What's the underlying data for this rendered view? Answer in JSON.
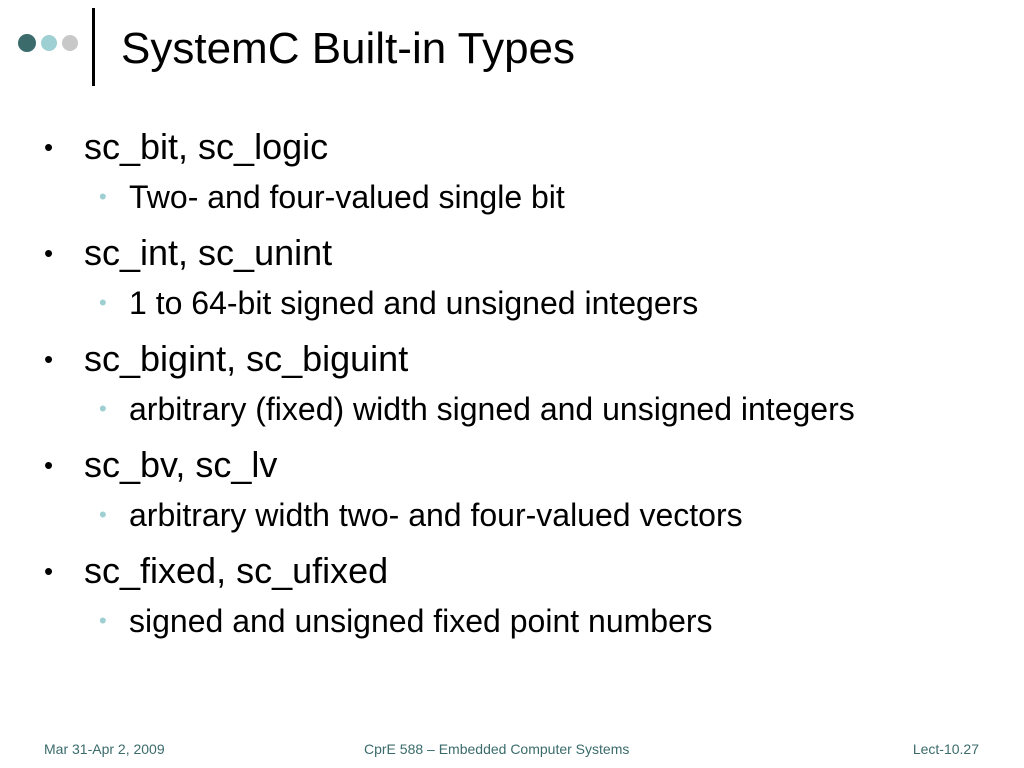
{
  "colors": {
    "dot_dark": "#3b6b6b",
    "dot_mid": "#9ecfd2",
    "dot_light": "#c8c8c8",
    "sub_bullet": "#9ecfd2",
    "footer_text": "#3b6b6b"
  },
  "slide": {
    "title": "SystemC Built-in Types",
    "bullets": [
      {
        "text": "sc_bit, sc_logic",
        "sub": [
          "Two- and four-valued single bit"
        ]
      },
      {
        "text": "sc_int, sc_unint",
        "sub": [
          "1 to 64-bit signed and unsigned integers"
        ]
      },
      {
        "text": "sc_bigint, sc_biguint",
        "sub": [
          "arbitrary (fixed) width signed and unsigned integers"
        ]
      },
      {
        "text": "sc_bv, sc_lv",
        "sub": [
          "arbitrary width two- and four-valued vectors"
        ]
      },
      {
        "text": "sc_fixed, sc_ufixed",
        "sub": [
          "signed and unsigned fixed point numbers"
        ]
      }
    ]
  },
  "footer": {
    "date": "Mar 31-Apr 2, 2009",
    "course": "CprE 588 – Embedded Computer Systems",
    "lecture": "Lect-10.27"
  }
}
